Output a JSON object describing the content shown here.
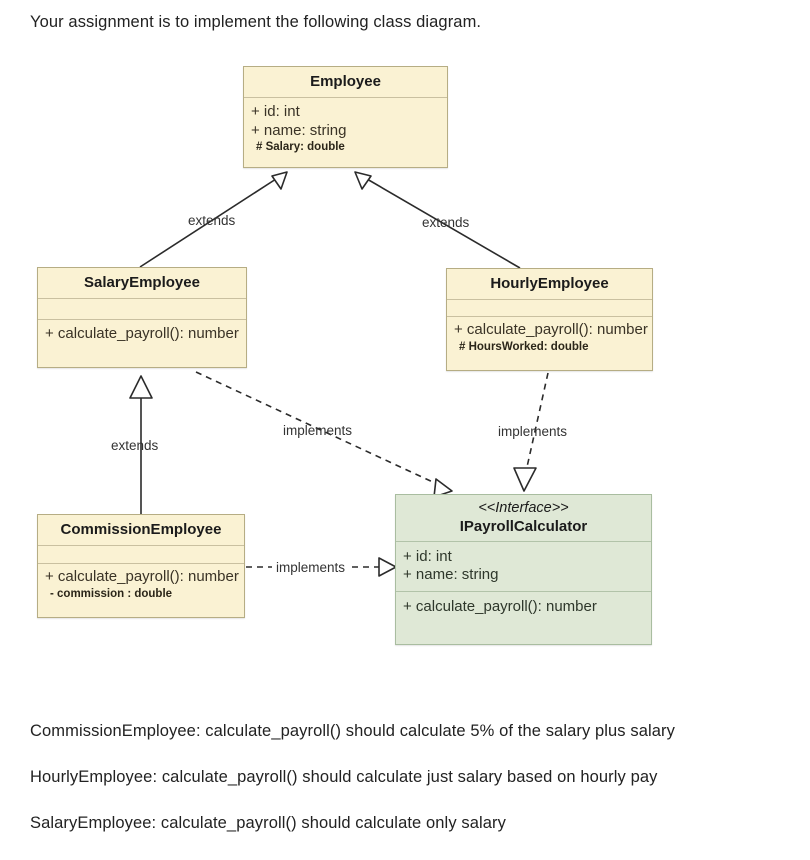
{
  "intro": "Your assignment is to implement the following class diagram.",
  "diagram": {
    "type": "uml-class-diagram",
    "classes": [
      {
        "id": "employee",
        "name": "Employee",
        "stereotype": "",
        "fill": "#faf2d3",
        "attributes": [
          "+ id: int",
          "+ name: string"
        ],
        "attributes_small": [
          "# Salary: double"
        ],
        "methods": []
      },
      {
        "id": "salary-employee",
        "name": "SalaryEmployee",
        "stereotype": "",
        "fill": "#faf2d3",
        "attributes": [],
        "attributes_small": [],
        "methods": [
          "+ calculate_payroll(): number"
        ],
        "methods_small": []
      },
      {
        "id": "hourly-employee",
        "name": "HourlyEmployee",
        "stereotype": "",
        "fill": "#faf2d3",
        "attributes": [],
        "attributes_small": [],
        "methods": [
          "+ calculate_payroll(): number"
        ],
        "methods_small": [
          "# HoursWorked: double"
        ]
      },
      {
        "id": "commission-employee",
        "name": "CommissionEmployee",
        "stereotype": "",
        "fill": "#faf2d3",
        "attributes": [],
        "attributes_small": [],
        "methods": [
          "+ calculate_payroll(): number"
        ],
        "methods_small": [
          "- commission : double"
        ]
      },
      {
        "id": "ipayroll-calculator",
        "name": "IPayrollCalculator",
        "stereotype": "<<Interface>>",
        "fill": "#dfe8d6",
        "attributes": [
          "+ id: int",
          "+ name: string"
        ],
        "attributes_small": [],
        "methods": [
          "+ calculate_payroll(): number"
        ],
        "methods_small": []
      }
    ],
    "relations": [
      {
        "id": "rel-salary-extends-employee",
        "label": "extends",
        "kind": "generalization",
        "line": "solid",
        "from": "salary-employee",
        "to": "employee"
      },
      {
        "id": "rel-hourly-extends-employee",
        "label": "extends",
        "kind": "generalization",
        "line": "solid",
        "from": "hourly-employee",
        "to": "employee"
      },
      {
        "id": "rel-commission-extends-salary",
        "label": "extends",
        "kind": "generalization",
        "line": "solid",
        "from": "commission-employee",
        "to": "salary-employee"
      },
      {
        "id": "rel-salary-implements-iface",
        "label": "implements",
        "kind": "realization",
        "line": "dashed",
        "from": "salary-employee",
        "to": "ipayroll-calculator"
      },
      {
        "id": "rel-hourly-implements-iface",
        "label": "implements",
        "kind": "realization",
        "line": "dashed",
        "from": "hourly-employee",
        "to": "ipayroll-calculator"
      },
      {
        "id": "rel-commission-implements-iface",
        "label": "implements",
        "kind": "realization",
        "line": "dashed",
        "from": "commission-employee",
        "to": "ipayroll-calculator"
      }
    ],
    "colors": {
      "class_fill": "#faf2d3",
      "class_stroke": "#b6ad84",
      "interface_fill": "#dfe8d6",
      "interface_stroke": "#a9bda0",
      "edge": "#2b2b2b"
    }
  },
  "requirements": [
    "CommissionEmployee: calculate_payroll() should calculate 5% of the salary plus salary",
    "HourlyEmployee: calculate_payroll() should calculate just salary based on hourly pay",
    "SalaryEmployee: calculate_payroll() should calculate only salary"
  ]
}
